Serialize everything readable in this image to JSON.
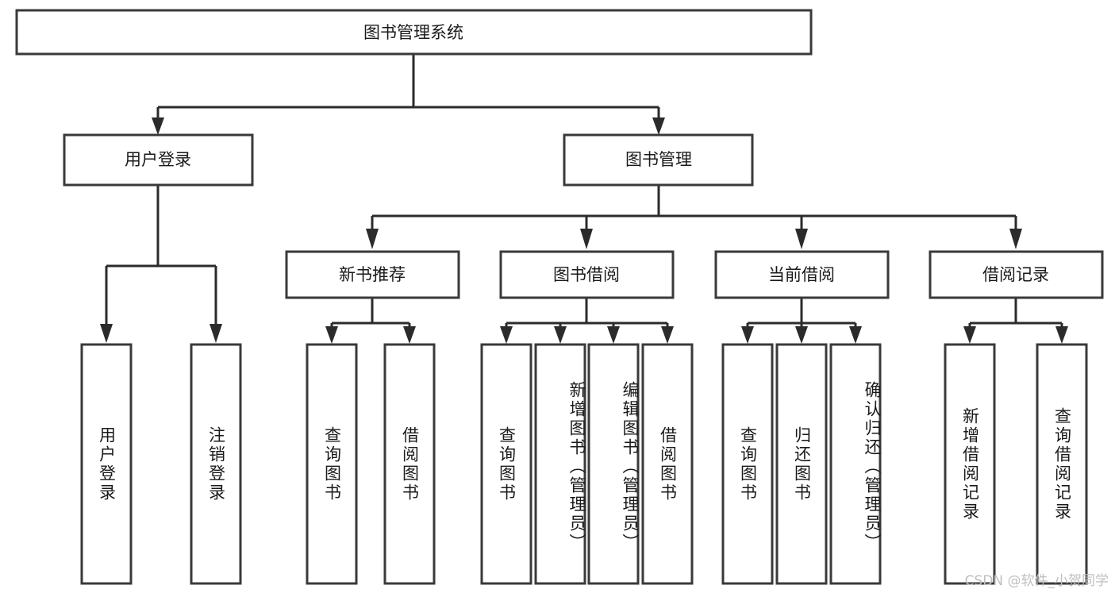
{
  "diagram": {
    "title": "图书管理系统",
    "type": "tree-hierarchy",
    "orientation": "top-down",
    "colors": {
      "box_border": "#3a3a3a",
      "box_fill": "#ffffff",
      "connector": "#2b2b2b",
      "text": "#1a1a1a",
      "watermark": "#bfbfbf",
      "background": "#ffffff"
    },
    "root": {
      "label": "图书管理系统"
    },
    "level2": [
      {
        "label": "用户登录"
      },
      {
        "label": "图书管理"
      }
    ],
    "level3": [
      {
        "label": "新书推荐"
      },
      {
        "label": "图书借阅"
      },
      {
        "label": "当前借阅"
      },
      {
        "label": "借阅记录"
      }
    ],
    "leaves": {
      "user_login": [
        {
          "label": "用户登录"
        },
        {
          "label": "注销登录"
        }
      ],
      "new_book_recommend": [
        {
          "label": "查询图书"
        },
        {
          "label": "借阅图书"
        }
      ],
      "book_borrow": [
        {
          "label": "查询图书"
        },
        {
          "label": "新增图书（管理员）"
        },
        {
          "label": "编辑图书（管理员）"
        },
        {
          "label": "借阅图书"
        }
      ],
      "current_borrow": [
        {
          "label": "查询图书"
        },
        {
          "label": "归还图书"
        },
        {
          "label": "确认归还（管理员）"
        }
      ],
      "borrow_records": [
        {
          "label": "新增借阅记录"
        },
        {
          "label": "查询借阅记录"
        }
      ]
    }
  },
  "watermark": {
    "text": "CSDN @软件_小贺同学"
  }
}
